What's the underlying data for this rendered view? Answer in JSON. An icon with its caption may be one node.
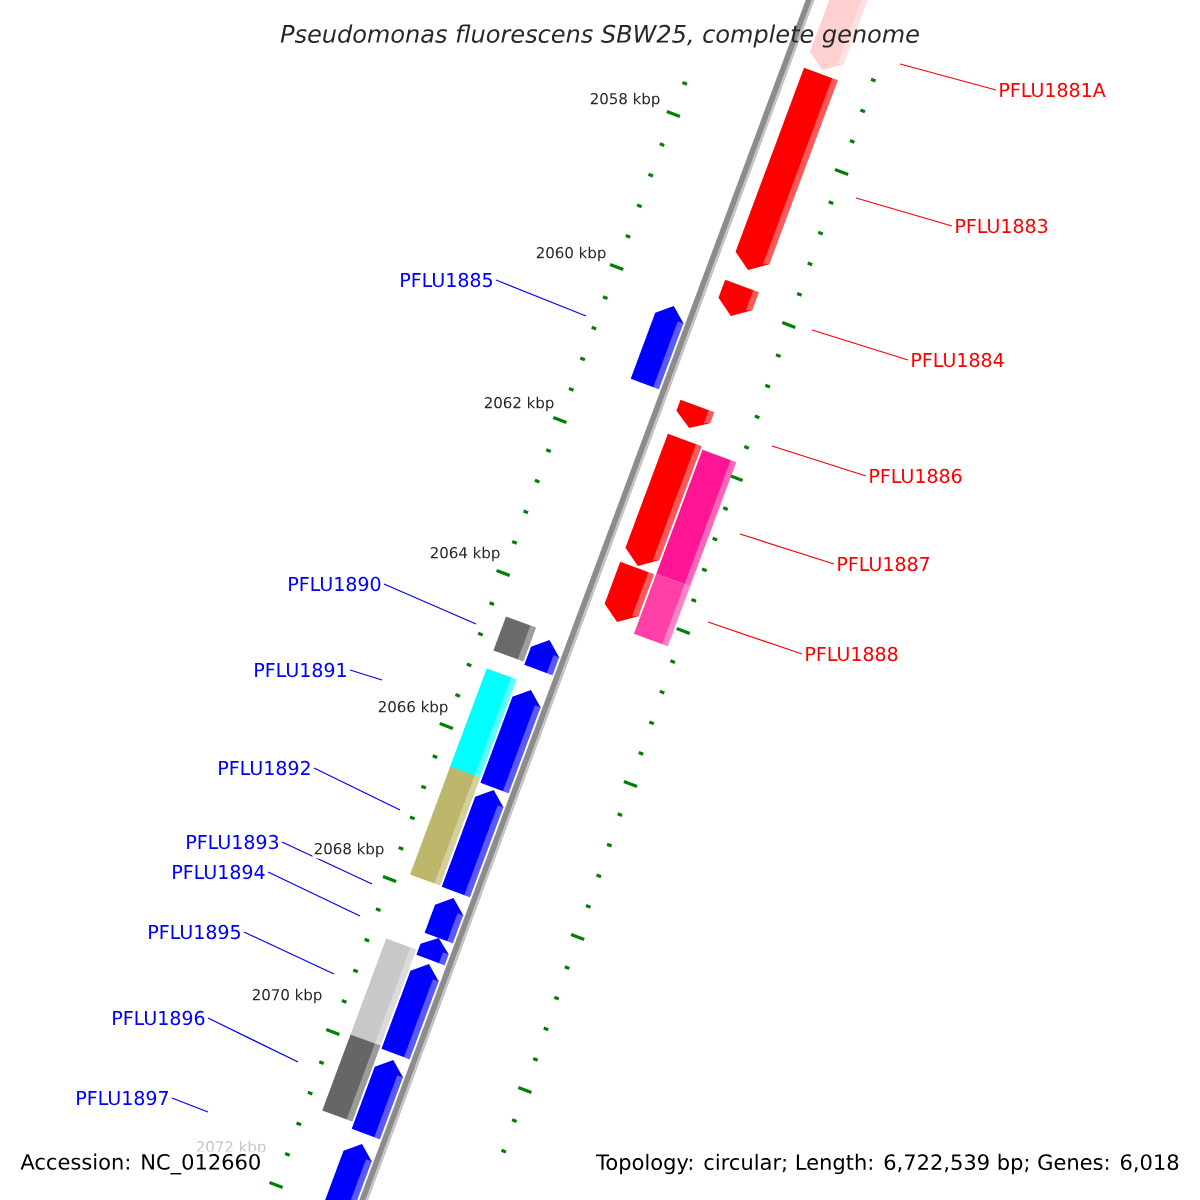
{
  "diagram": {
    "title": "Pseudomonas fluorescens SBW25, complete genome",
    "nodes": [
      {
        "text": [
          "PFLU1881A"
        ]
      },
      {
        "text": [
          "PFLU1883"
        ]
      },
      {
        "text": [
          "PFLU1885"
        ]
      },
      {
        "text": [
          "PFLU1884"
        ]
      },
      {
        "text": [
          "PFLU1886"
        ]
      },
      {
        "text": [
          "PFLU1887"
        ]
      },
      {
        "text": [
          "PFLU1890"
        ]
      },
      {
        "text": [
          "PFLU1888"
        ]
      },
      {
        "text": [
          "PFLU1891"
        ]
      },
      {
        "text": [
          "PFLU1892"
        ]
      },
      {
        "text": [
          "PFLU1893"
        ]
      },
      {
        "text": [
          "PFLU1894"
        ]
      },
      {
        "text": [
          "PFLU1895"
        ]
      },
      {
        "text": [
          "PFLU1896"
        ]
      },
      {
        "text": [
          "PFLU1897"
        ]
      }
    ],
    "edges": [
      {
        "from": 0,
        "to": null,
        "arrow": "none",
        "color": "#ff0000"
      },
      {
        "from": 1,
        "to": null,
        "arrow": "none",
        "color": "#ff0000"
      },
      {
        "from": 2,
        "to": null,
        "arrow": "none"
      },
      {
        "from": 3,
        "to": null,
        "arrow": "none",
        "color": "#ff0000"
      },
      {
        "from": 4,
        "to": null,
        "arrow": "none",
        "color": "#ff0000"
      },
      {
        "from": 5,
        "to": null,
        "arrow": "none",
        "color": "#ff0000"
      },
      {
        "from": 6,
        "to": null,
        "arrow": "none"
      },
      {
        "from": 7,
        "to": null,
        "arrow": "none",
        "color": "#ff0000"
      },
      {
        "from": 8,
        "to": null,
        "arrow": "none"
      },
      {
        "from": 9,
        "to": null,
        "arrow": "none"
      },
      {
        "from": 10,
        "to": null,
        "arrow": "none"
      },
      {
        "from": 11,
        "to": null,
        "arrow": "none"
      },
      {
        "from": 12,
        "to": null,
        "arrow": "none"
      },
      {
        "from": 13,
        "to": null,
        "arrow": "none"
      },
      {
        "from": 14,
        "to": null,
        "arrow": "none"
      }
    ],
    "labels": [
      "2058 kbp",
      "2060 kbp",
      "2062 kbp",
      "2064 kbp",
      "2066 kbp",
      "2068 kbp",
      "2070 kbp",
      "2072 kbp",
      "Accession: NC_012660",
      "Topology: circular; Length: 6,722,539 bp; Genes: 6,018"
    ]
  }
}
